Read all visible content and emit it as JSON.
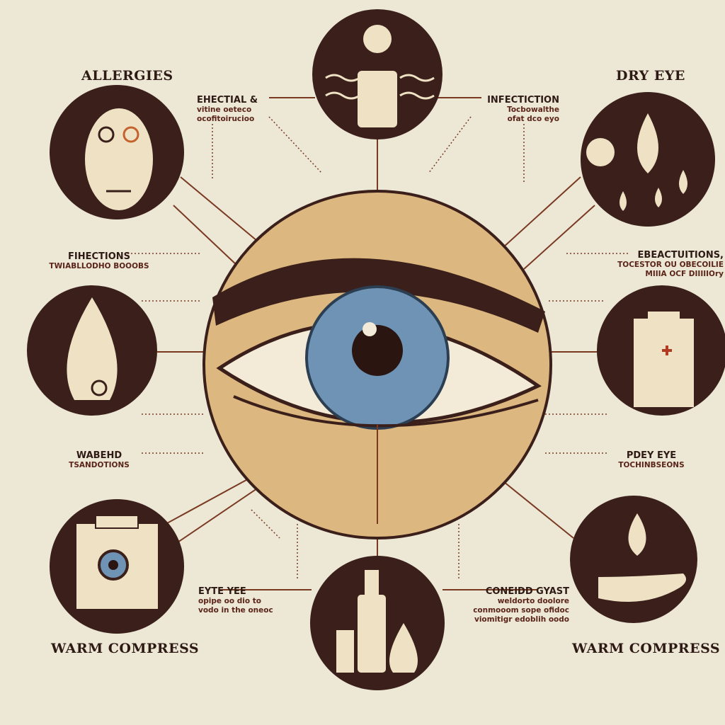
{
  "titles": {
    "top_left": "ALLERGIES",
    "top_right": "DRY EYE",
    "bottom_left": "WARM COMPRESS",
    "bottom_right": "WARM COMPRESS"
  },
  "labels": [
    {
      "heading": "EHECTIAL &",
      "lines": [
        "vitine oeteco",
        "ocofitoirucioo"
      ]
    },
    {
      "heading": "INFECTICTION",
      "lines": [
        "Tocbowalthe",
        "ofat dco eyo"
      ]
    },
    {
      "heading": "FIHECTIONS",
      "lines": [
        "TWIABLLODHO BOOOBS"
      ]
    },
    {
      "heading": "EBEACTUITIONS,",
      "lines": [
        "TOCESTOR OU OBECOILIE",
        "MIIIA OCF DIIIIIOry"
      ]
    },
    {
      "heading": "WABEHD",
      "lines": [
        "TSANDOTIONS"
      ]
    },
    {
      "heading": "PDEY EYE",
      "lines": [
        "TOCHINBSEONS"
      ]
    },
    {
      "heading": "EYTE YEE",
      "lines": [
        "opipe oo dio to",
        "vodo in the oneoc"
      ]
    },
    {
      "heading": "CONEIDD GYAST",
      "lines": [
        "weldorto doolore",
        "conmooom sope ofidoc",
        "viomitigr edoblih oodo"
      ]
    }
  ],
  "colors": {
    "background": "#ede7d6",
    "dark": "#3a1f1a",
    "eye_bg": "#dcb77f",
    "iris": "#6f93b5",
    "line": "#7a3a22"
  }
}
